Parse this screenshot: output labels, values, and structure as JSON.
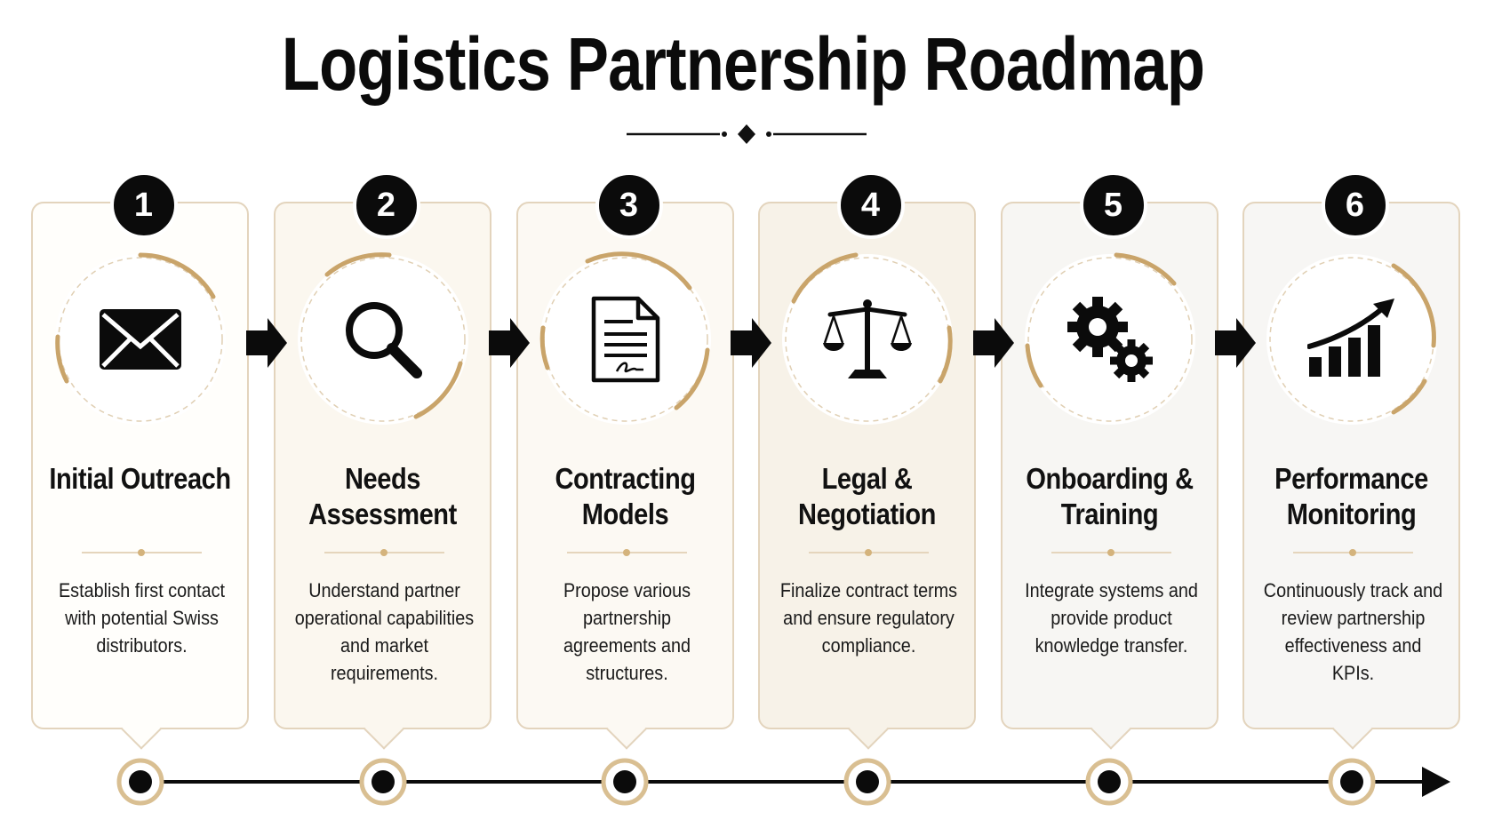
{
  "title": "Logistics Partnership Roadmap",
  "steps": [
    {
      "number": "1",
      "title": "Initial Outreach",
      "description": "Establish first contact with potential Swiss distributors.",
      "icon": "envelope-icon"
    },
    {
      "number": "2",
      "title": "Needs Assessment",
      "description": "Understand partner operational capabilities and market requirements.",
      "icon": "magnifier-icon"
    },
    {
      "number": "3",
      "title": "Contracting Models",
      "description": "Propose various partnership agreements and structures.",
      "icon": "contract-document-icon"
    },
    {
      "number": "4",
      "title": "Legal & Negotiation",
      "description": "Finalize contract terms and ensure regulatory compliance.",
      "icon": "scales-of-justice-icon"
    },
    {
      "number": "5",
      "title": "Onboarding & Training",
      "description": "Integrate systems and provide product knowledge transfer.",
      "icon": "gears-icon"
    },
    {
      "number": "6",
      "title": "Performance Monitoring",
      "description": "Continuously track and review partnership effectiveness and KPIs.",
      "icon": "growth-chart-icon"
    }
  ],
  "colors": {
    "accent_gold": "#c9a46a",
    "border": "#e3d4bd",
    "dark": "#0b0b0b"
  }
}
